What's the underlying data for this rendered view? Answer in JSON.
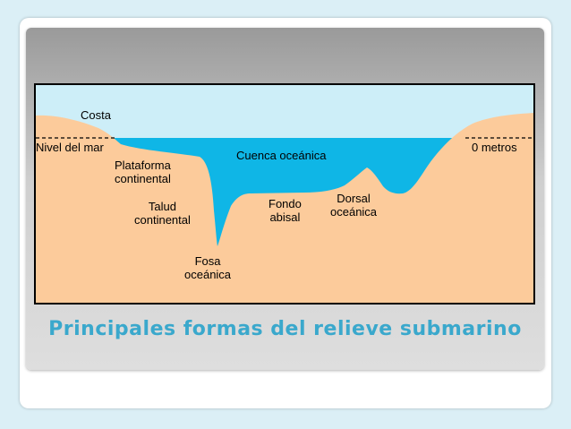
{
  "title": "Principales formas del relieve submarino",
  "colors": {
    "sky": "#cdeef8",
    "sea": "#0fb6e6",
    "land": "#fccb9b",
    "title": "#3aa8cc",
    "panel_bg": "#c8c8c8"
  },
  "diagram": {
    "labels": {
      "costa": "Costa",
      "nivel_del_mar": "Nivel del mar",
      "plataforma_continental": "Plataforma\ncontinental",
      "cuenca_oceanica": "Cuenca oceánica",
      "cero_metros": "0 metros",
      "talud_continental": "Talud\ncontinental",
      "fondo_abisal": "Fondo\nabisal",
      "dorsal_oceanica": "Dorsal\noceánica",
      "fosa_oceanica": "Fosa\noceánica"
    }
  }
}
